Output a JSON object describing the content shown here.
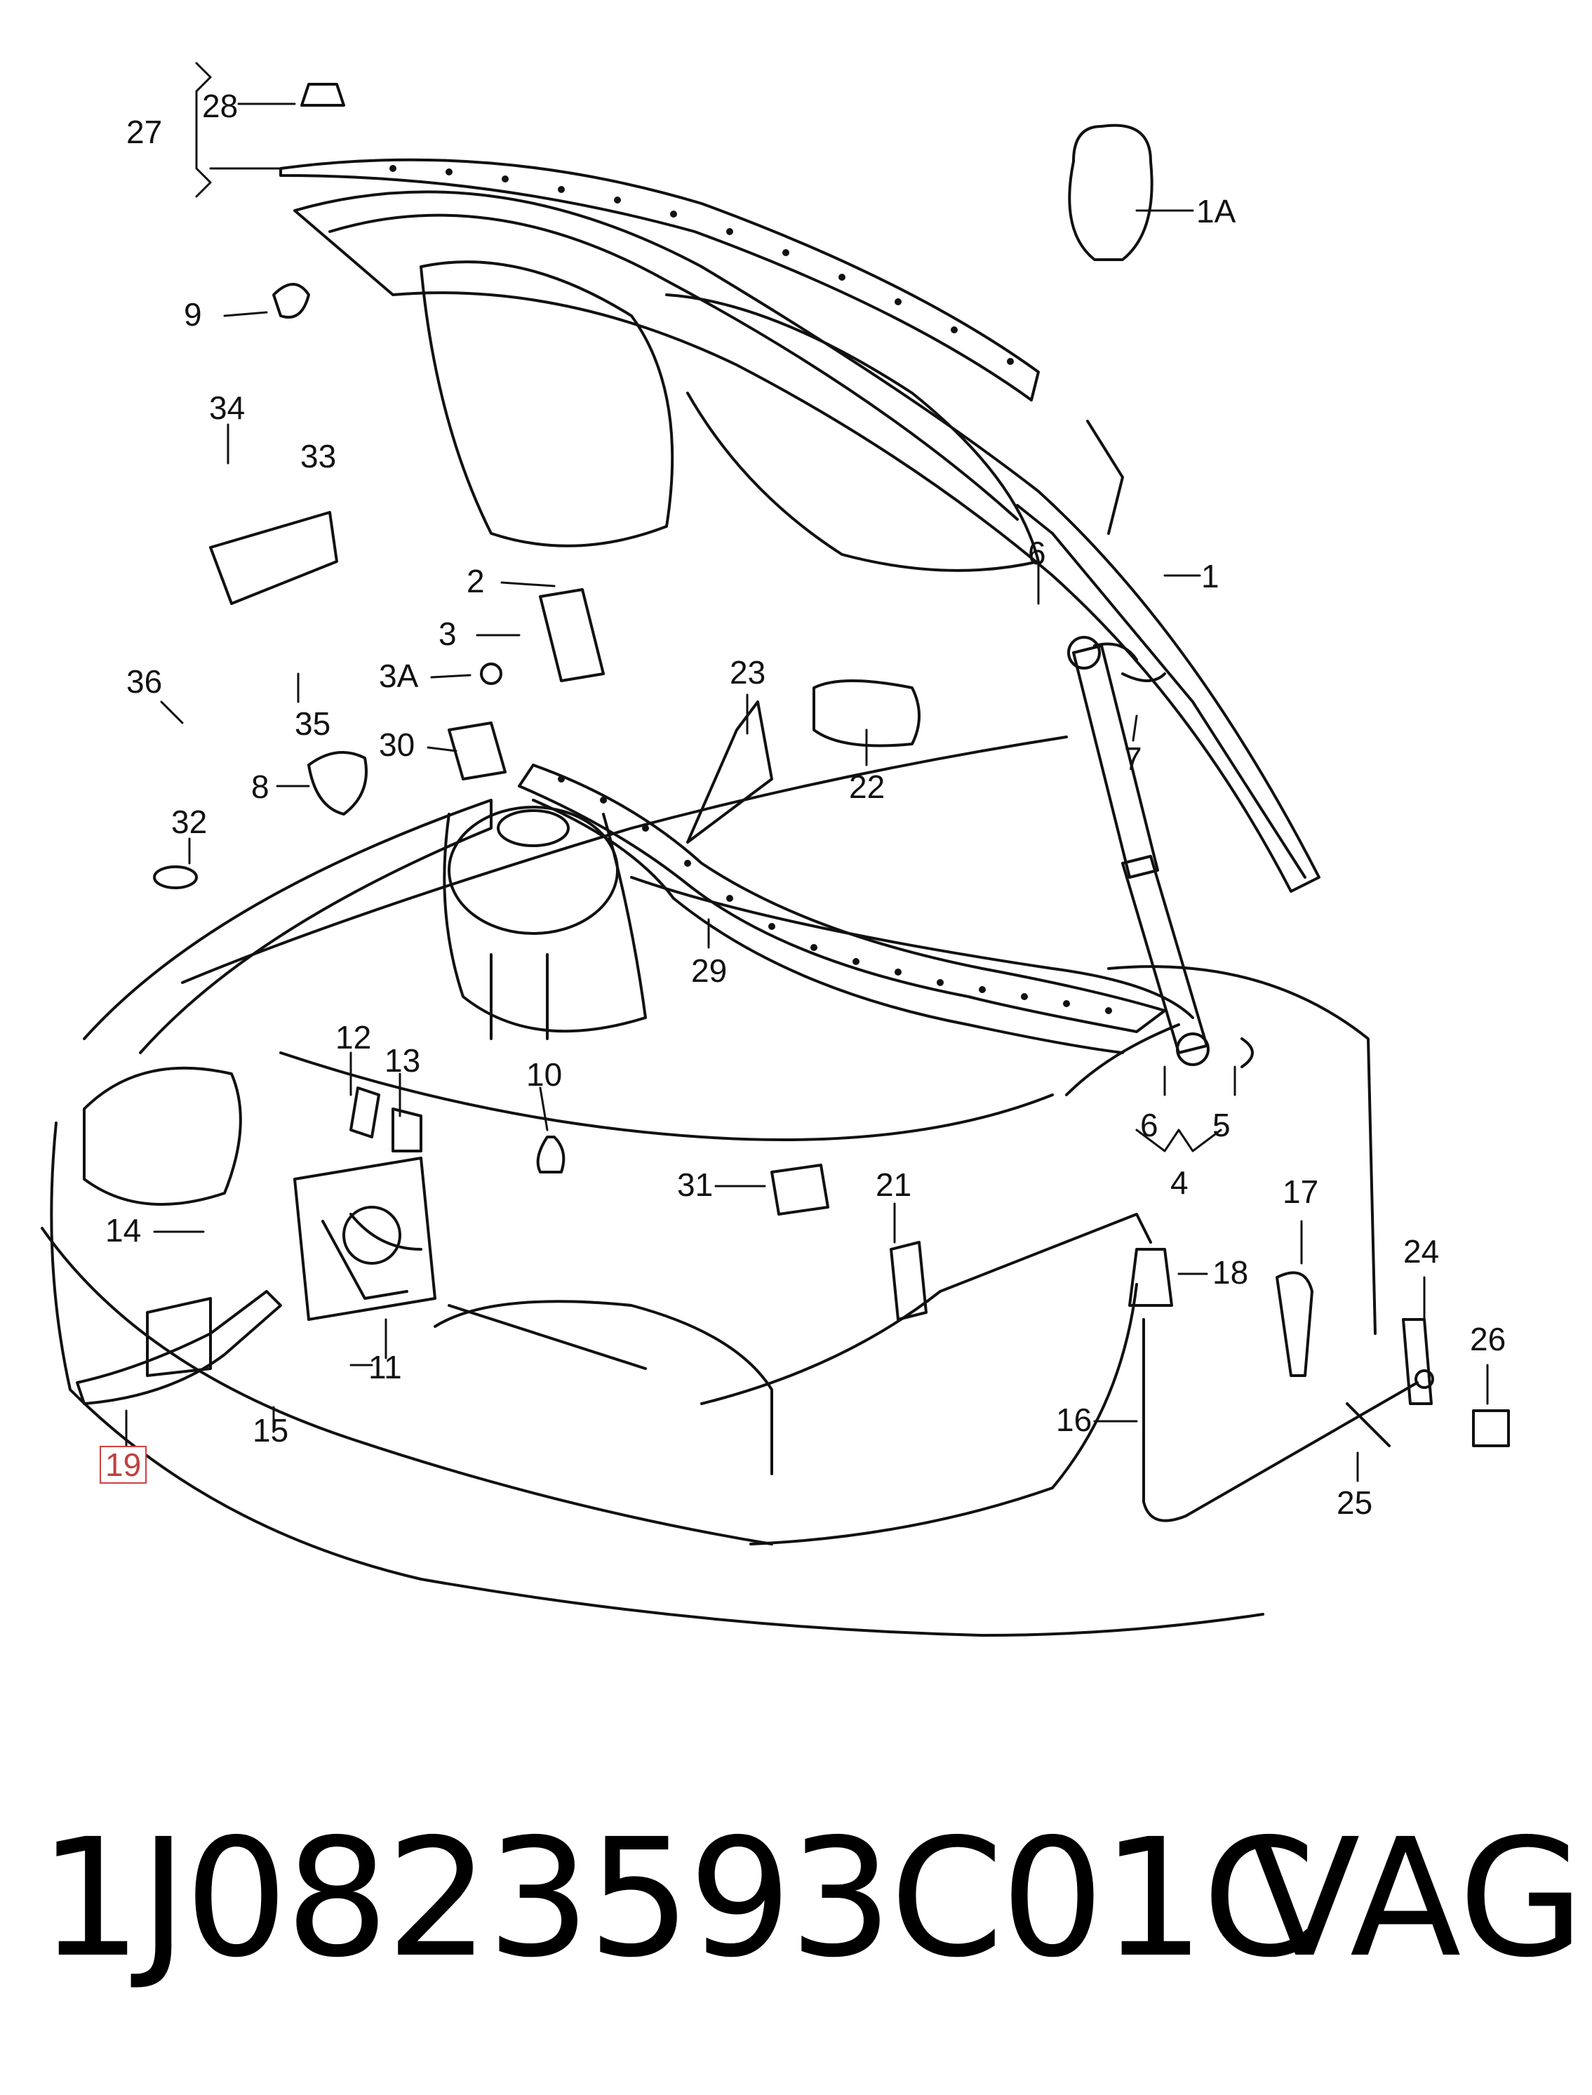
{
  "callouts": [
    {
      "id": "c27",
      "text": "27"
    },
    {
      "id": "c28",
      "text": "28"
    },
    {
      "id": "c1A",
      "text": "1A"
    },
    {
      "id": "c9",
      "text": "9"
    },
    {
      "id": "c34",
      "text": "34"
    },
    {
      "id": "c33",
      "text": "33"
    },
    {
      "id": "c2",
      "text": "2"
    },
    {
      "id": "c3",
      "text": "3"
    },
    {
      "id": "c3A",
      "text": "3A"
    },
    {
      "id": "c36",
      "text": "36"
    },
    {
      "id": "c35",
      "text": "35"
    },
    {
      "id": "c30",
      "text": "30"
    },
    {
      "id": "c8",
      "text": "8"
    },
    {
      "id": "c32",
      "text": "32"
    },
    {
      "id": "c23",
      "text": "23"
    },
    {
      "id": "c22",
      "text": "22"
    },
    {
      "id": "c6a",
      "text": "6"
    },
    {
      "id": "c1",
      "text": "1"
    },
    {
      "id": "c7",
      "text": "7"
    },
    {
      "id": "c29",
      "text": "29"
    },
    {
      "id": "c12",
      "text": "12"
    },
    {
      "id": "c13",
      "text": "13"
    },
    {
      "id": "c10",
      "text": "10"
    },
    {
      "id": "c6b",
      "text": "6"
    },
    {
      "id": "c5",
      "text": "5"
    },
    {
      "id": "c4",
      "text": "4"
    },
    {
      "id": "c31",
      "text": "31"
    },
    {
      "id": "c21",
      "text": "21"
    },
    {
      "id": "c17",
      "text": "17"
    },
    {
      "id": "c24",
      "text": "24"
    },
    {
      "id": "c18",
      "text": "18"
    },
    {
      "id": "c14",
      "text": "14"
    },
    {
      "id": "c26",
      "text": "26"
    },
    {
      "id": "c16",
      "text": "16"
    },
    {
      "id": "c11",
      "text": "11"
    },
    {
      "id": "c15",
      "text": "15"
    },
    {
      "id": "c25",
      "text": "25"
    },
    {
      "id": "c19",
      "text": "19"
    }
  ],
  "highlighted_callout": "19",
  "footer": {
    "part_number": "1J0823593C01C",
    "brand": "VAG"
  }
}
